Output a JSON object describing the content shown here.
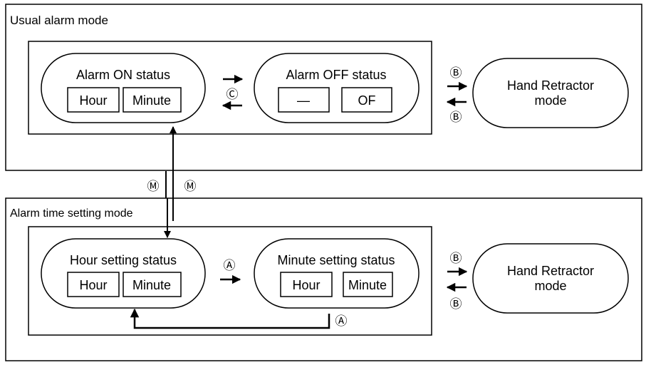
{
  "sections": {
    "usual": {
      "title": "Usual alarm mode"
    },
    "setting": {
      "title": "Alarm time setting mode"
    }
  },
  "usual": {
    "alarm_on": {
      "label": "Alarm ON status",
      "box1": "Hour",
      "box2": "Minute"
    },
    "alarm_off": {
      "label": "Alarm OFF status",
      "box1": "—",
      "box2": "OF"
    },
    "hand_retractor": {
      "line1": "Hand Retractor",
      "line2": "mode"
    }
  },
  "setting": {
    "hour_status": {
      "label": "Hour setting status",
      "box1": "Hour",
      "box2": "Minute"
    },
    "minute_status": {
      "label": "Minute setting status",
      "box1": "Hour",
      "box2": "Minute"
    },
    "hand_retractor": {
      "line1": "Hand Retractor",
      "line2": "mode"
    }
  },
  "buttons": {
    "a": "Ⓐ",
    "b": "Ⓑ",
    "c": "Ⓒ",
    "m": "Ⓜ"
  }
}
